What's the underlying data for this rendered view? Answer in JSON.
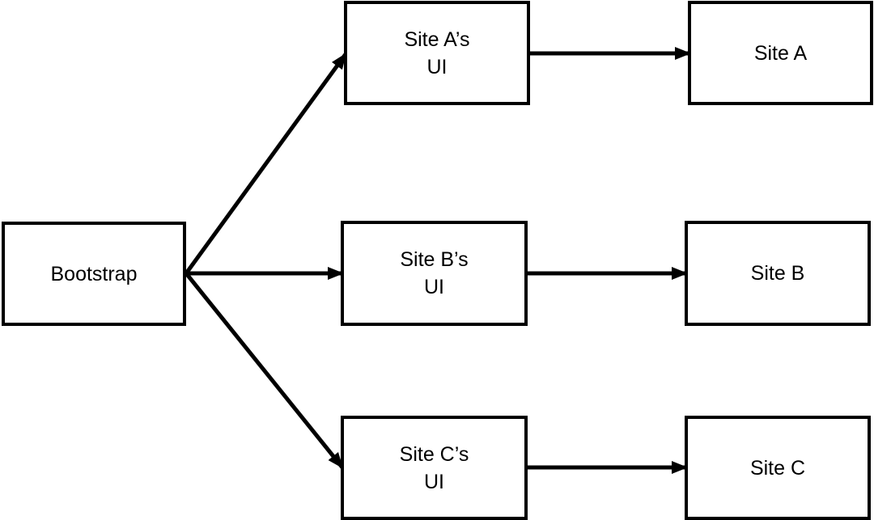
{
  "diagram": {
    "stroke_color": "#000000",
    "fill_color": "#ffffff",
    "nodes": {
      "bootstrap": {
        "label": "Bootstrap"
      },
      "ui_a": {
        "label": "Site A’s\nUI"
      },
      "ui_b": {
        "label": "Site B’s\nUI"
      },
      "ui_c": {
        "label": "Site C’s\nUI"
      },
      "site_a": {
        "label": "Site A"
      },
      "site_b": {
        "label": "Site B"
      },
      "site_c": {
        "label": "Site C"
      }
    },
    "edges": [
      {
        "from": "bootstrap",
        "to": "ui_a"
      },
      {
        "from": "bootstrap",
        "to": "ui_b"
      },
      {
        "from": "bootstrap",
        "to": "ui_c"
      },
      {
        "from": "ui_a",
        "to": "site_a"
      },
      {
        "from": "ui_b",
        "to": "site_b"
      },
      {
        "from": "ui_c",
        "to": "site_c"
      }
    ]
  }
}
